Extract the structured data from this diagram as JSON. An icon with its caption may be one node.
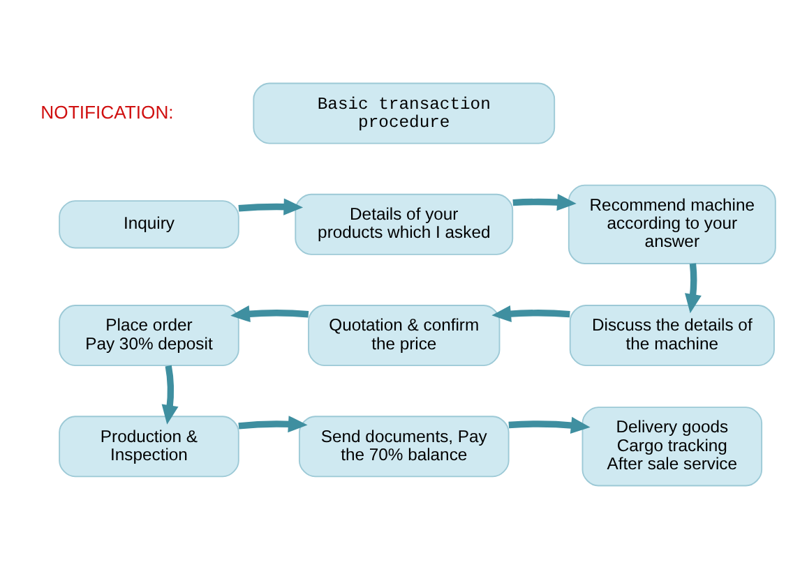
{
  "diagram": {
    "nodes": [
      {
        "text": [
          "Basic transaction procedure"
        ]
      },
      {
        "text": [
          "Inquiry"
        ]
      },
      {
        "text": [
          "Details of your products which I asked"
        ]
      },
      {
        "text": [
          "Recommend machine according to your answer"
        ]
      },
      {
        "text": [
          "Place order",
          "Pay 30% deposit"
        ]
      },
      {
        "text": [
          "Quotation & confirm the price"
        ]
      },
      {
        "text": [
          "Discuss the details of the machine"
        ]
      },
      {
        "text": [
          "Production & Inspection"
        ]
      },
      {
        "text": [
          "Send documents, Pay the 70% balance"
        ]
      },
      {
        "text": [
          "Delivery goods",
          "Cargo tracking",
          "After sale service"
        ]
      }
    ],
    "edges": [
      {
        "from": 1,
        "to": 2,
        "arrow": "to"
      },
      {
        "from": 2,
        "to": 3,
        "arrow": "to"
      },
      {
        "from": 3,
        "to": 6,
        "arrow": "to"
      },
      {
        "from": 6,
        "to": 5,
        "arrow": "to"
      },
      {
        "from": 5,
        "to": 4,
        "arrow": "to"
      },
      {
        "from": 4,
        "to": 7,
        "arrow": "to"
      },
      {
        "from": 7,
        "to": 8,
        "arrow": "to"
      },
      {
        "from": 8,
        "to": 9,
        "arrow": "to"
      }
    ],
    "labels": [
      "NOTIFICATION:"
    ]
  }
}
